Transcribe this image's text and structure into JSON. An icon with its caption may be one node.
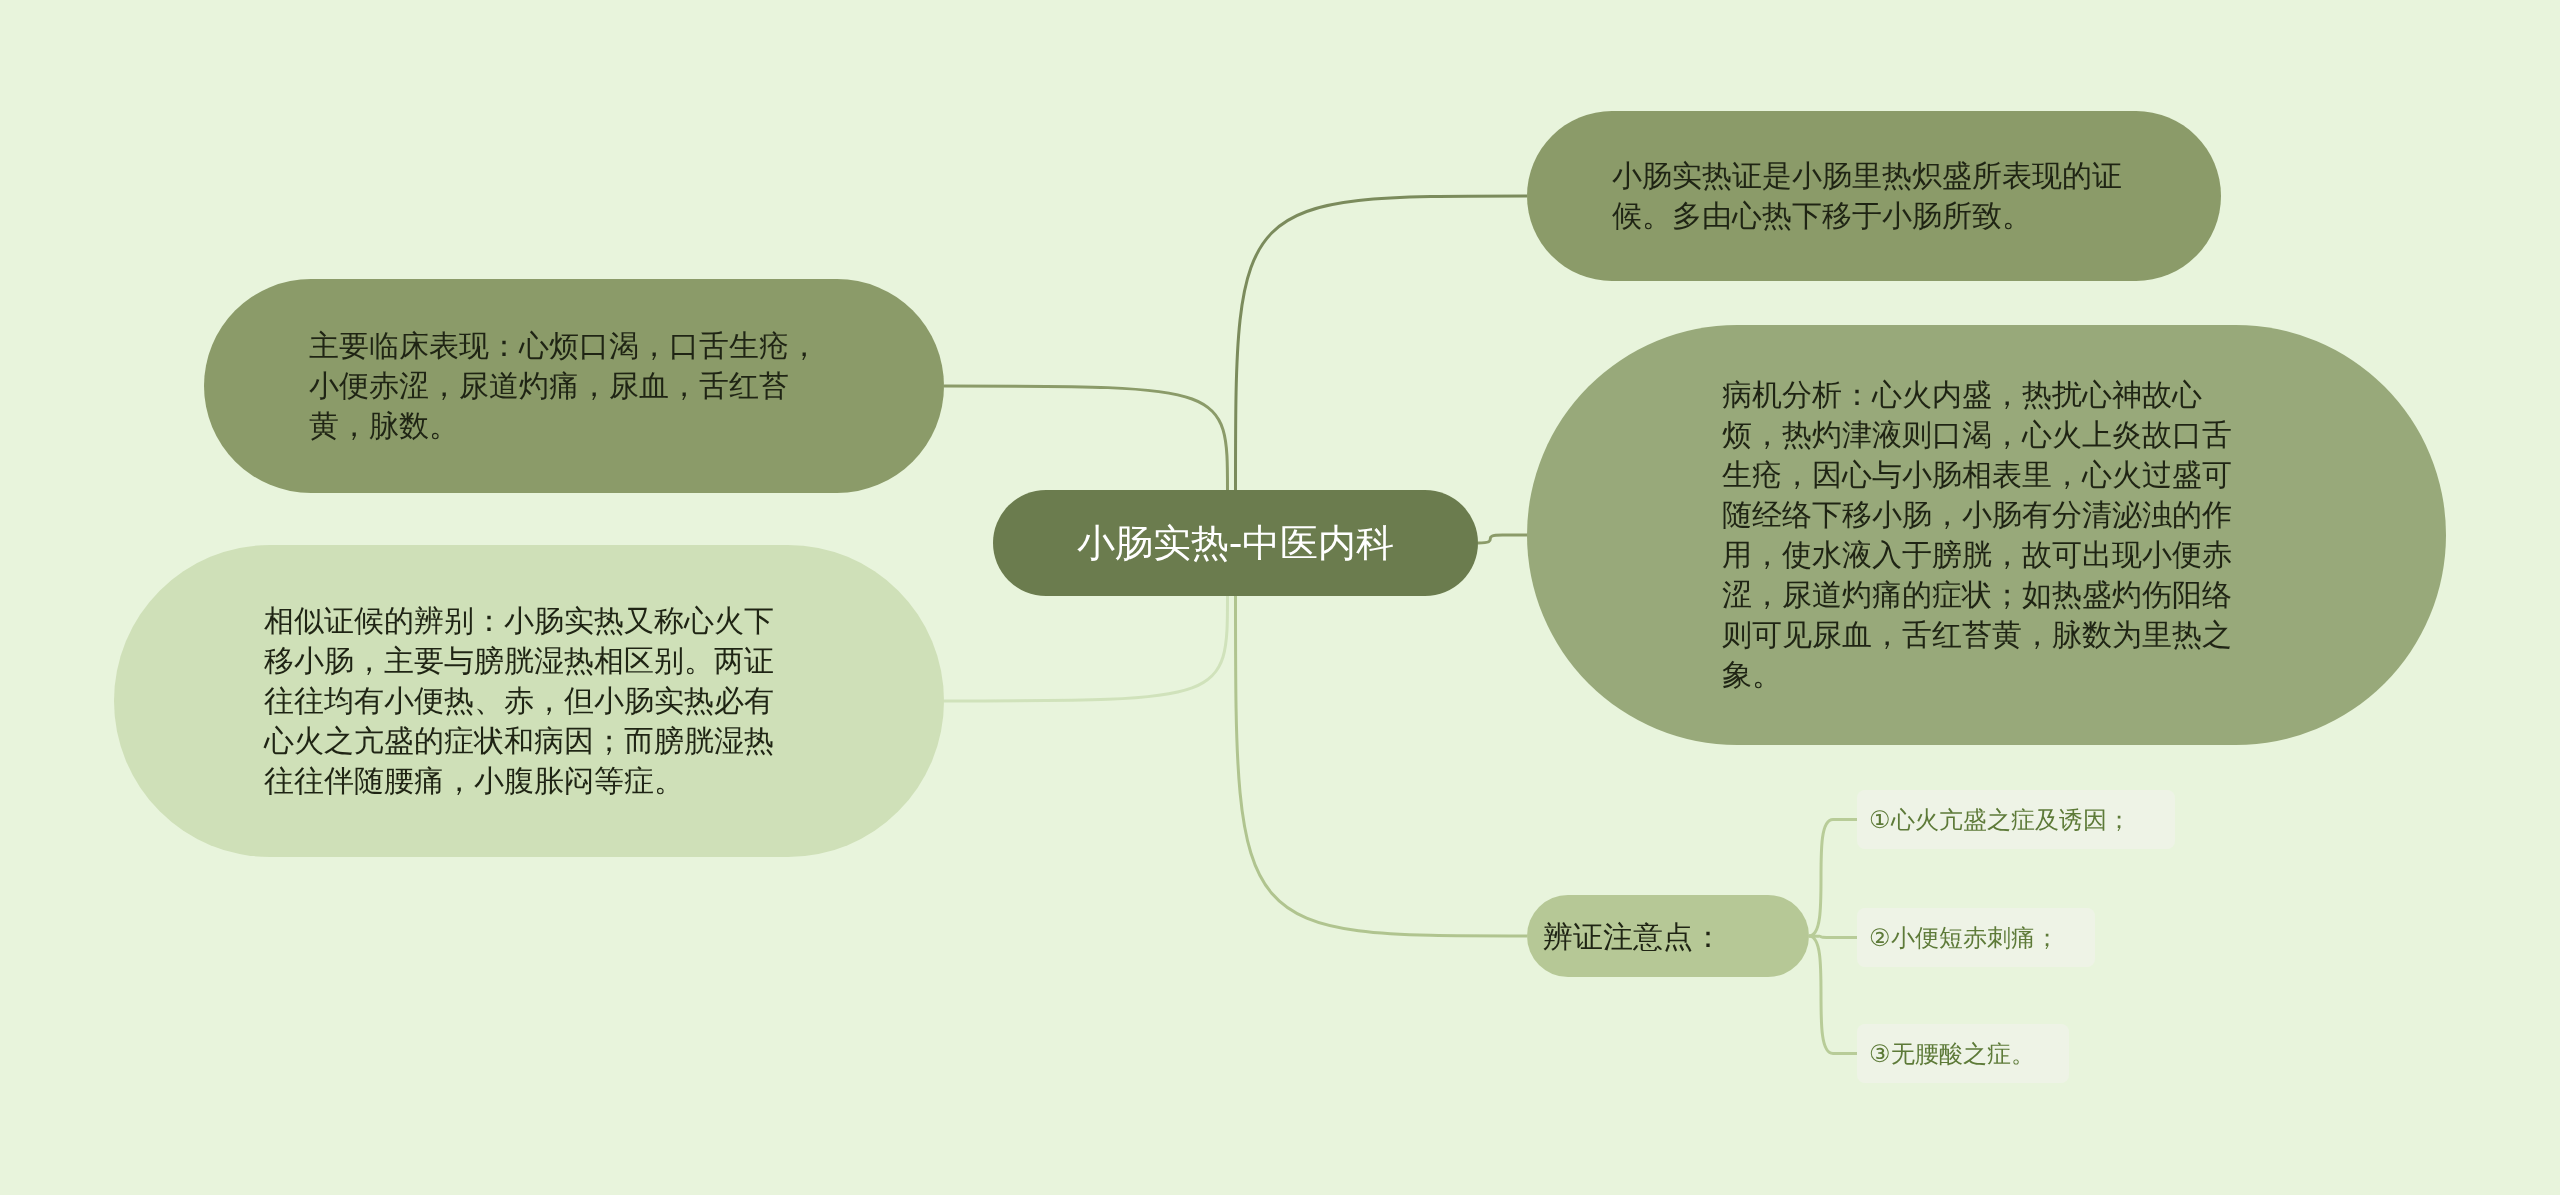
{
  "diagram": {
    "nodes": [
      {
        "text": [
          "小肠实热-中医内科"
        ]
      },
      {
        "text": [
          "小肠实热证是小肠里热炽盛所表现的证候。多由心热下移于小肠所致。"
        ]
      },
      {
        "text": [
          "病机分析：心火内盛，热扰心神故心烦，热灼津液则口渴，心火上炎故口舌生疮，因心与小肠相表里，心火过盛可随经络下移小肠，小肠有分清泌浊的作用，使水液入于膀胱，故可出现小便赤涩，尿道灼痛的症状；如热盛灼伤阳络则可见尿血，舌红苔黄，脉数为里热之象。"
        ]
      },
      {
        "text": [
          "辨证注意点："
        ]
      },
      {
        "text": [
          "①心火亢盛之症及诱因；"
        ]
      },
      {
        "text": [
          "②小便短赤刺痛；"
        ]
      },
      {
        "text": [
          "③无腰酸之症。"
        ]
      },
      {
        "text": [
          "主要临床表现：心烦口渴，口舌生疮，小便赤涩，尿道灼痛，尿血，舌红苔黄，脉数。"
        ]
      },
      {
        "text": [
          "相似证候的辨别：小肠实热又称心火下移小肠，主要与膀胱湿热相区别。两证往往均有小便热、赤，但小肠实热必有心火之亢盛的症状和病因；而膀胱湿热往往伴随腰痛，小腹胀闷等症。"
        ]
      }
    ],
    "edges": [
      {
        "from": 0,
        "to": 1,
        "arrow": "none",
        "color": "#7b8b5c"
      },
      {
        "from": 0,
        "to": 2,
        "arrow": "none"
      },
      {
        "from": 0,
        "to": 3,
        "arrow": "none",
        "color": "#b0c48f"
      },
      {
        "from": 3,
        "to": 4,
        "arrow": "none",
        "color": "#b8cc98"
      },
      {
        "from": 3,
        "to": 5,
        "arrow": "none",
        "color": "#b8cc98"
      },
      {
        "from": 3,
        "to": 6,
        "arrow": "none",
        "color": "#b8cc98"
      },
      {
        "from": 0,
        "to": 7,
        "arrow": "none"
      },
      {
        "from": 0,
        "to": 8,
        "arrow": "none",
        "color": "#d0e2bb"
      }
    ]
  }
}
